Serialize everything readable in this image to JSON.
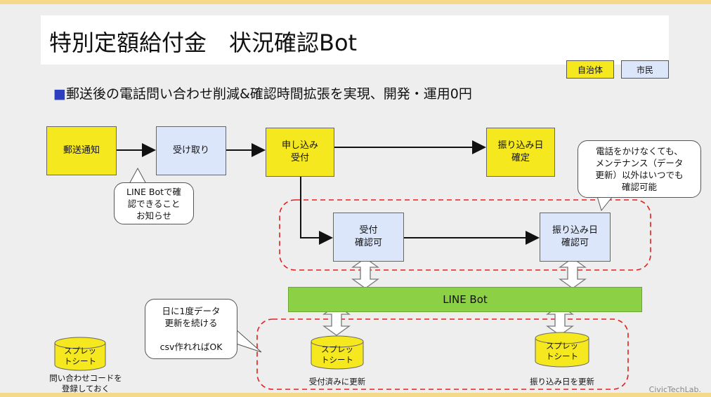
{
  "title": "特別定額給付金　状況確認Bot",
  "subtitle": "郵送後の電話問い合わせ削減&確認時間拡張を実現、開発・運用0円",
  "legend": {
    "municipality": "自治体",
    "citizen": "市民"
  },
  "flow": {
    "mail_notice": "郵送通知",
    "receive": "受け取り",
    "application": "申し込み\n受付",
    "transfer_fixed": "振り込み日\n確定",
    "accept_check": "受付\n確認可",
    "transfer_check": "振り込み日\n確認可",
    "line_bot": "LINE Bot"
  },
  "bubbles": {
    "line_notice": "LINE Botで確\n認できること\nお知らせ",
    "phone_free": "電話をかけなくても、\nメンテナンス（データ\n更新）以外はいつでも\n確認可能",
    "daily_update": "日に1度データ\n更新を続ける\n\ncsv作れればOK"
  },
  "spreadsheets": {
    "name_line1": "スプレッ",
    "name_line2": "トシート",
    "register_label": "問い合わせコードを\n登録しておく",
    "accepted_label": "受付済みに更新",
    "transfer_label": "振り込み日を更新"
  },
  "footer": "CivicTechLab.",
  "colors": {
    "yellow": "#f6e81e",
    "blue": "#dbe6fb",
    "green": "#8cd046",
    "dashed_red": "#e02020"
  }
}
